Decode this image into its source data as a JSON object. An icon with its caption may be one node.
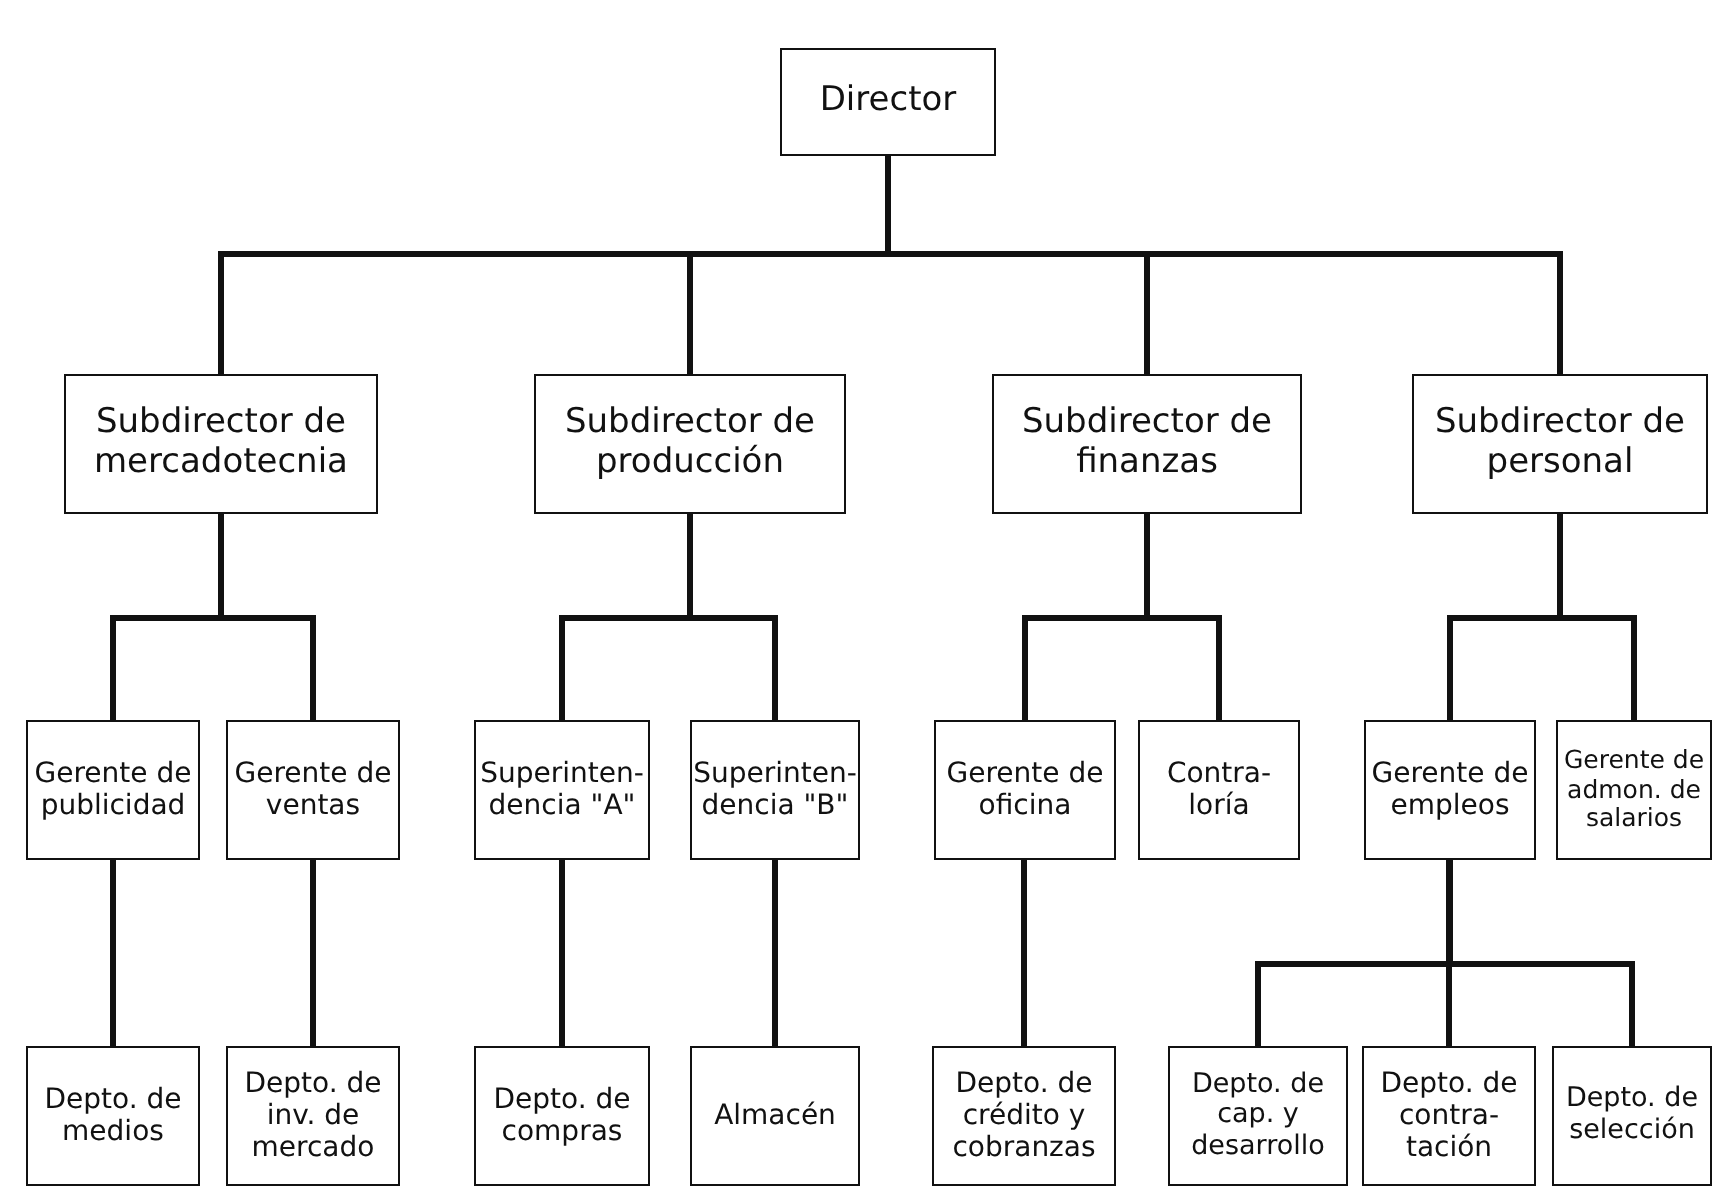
{
  "diagram": {
    "nodes": [
      {
        "text": [
          "Director"
        ]
      },
      {
        "text": [
          "Subdirector de mercadotecnia"
        ]
      },
      {
        "text": [
          "Subdirector de producción"
        ]
      },
      {
        "text": [
          "Subdirector de finanzas"
        ]
      },
      {
        "text": [
          "Subdirector de personal"
        ]
      },
      {
        "text": [
          "Gerente de publicidad"
        ]
      },
      {
        "text": [
          "Gerente de ventas"
        ]
      },
      {
        "text": [
          "Superinten- dencia \"A\""
        ]
      },
      {
        "text": [
          "Superinten- dencia \"B\""
        ]
      },
      {
        "text": [
          "Gerente de oficina"
        ]
      },
      {
        "text": [
          "Contra- loría"
        ]
      },
      {
        "text": [
          "Gerente de empleos"
        ]
      },
      {
        "text": [
          "Gerente de admon. de salarios"
        ]
      },
      {
        "text": [
          "Depto. de medios"
        ]
      },
      {
        "text": [
          "Depto. de inv. de mercado"
        ]
      },
      {
        "text": [
          "Depto. de compras"
        ]
      },
      {
        "text": [
          "Almacén"
        ]
      },
      {
        "text": [
          "Depto. de crédito y cobranzas"
        ]
      },
      {
        "text": [
          "Depto. de cap. y desarrollo"
        ]
      },
      {
        "text": [
          "Depto. de contra- tación"
        ]
      },
      {
        "text": [
          "Depto. de selección"
        ]
      }
    ],
    "edges": [
      {
        "from": 0,
        "to": 1,
        "arrow": "none"
      },
      {
        "from": 0,
        "to": 2,
        "arrow": "none"
      },
      {
        "from": 0,
        "to": 3,
        "arrow": "none"
      },
      {
        "from": 0,
        "to": 4,
        "arrow": "none"
      },
      {
        "from": 1,
        "to": 5,
        "arrow": "none"
      },
      {
        "from": 1,
        "to": 6,
        "arrow": "none"
      },
      {
        "from": 2,
        "to": 7,
        "arrow": "none"
      },
      {
        "from": 2,
        "to": 8,
        "arrow": "none"
      },
      {
        "from": 3,
        "to": 9,
        "arrow": "none"
      },
      {
        "from": 3,
        "to": 10,
        "arrow": "none"
      },
      {
        "from": 4,
        "to": 11,
        "arrow": "none"
      },
      {
        "from": 4,
        "to": 12,
        "arrow": "none"
      },
      {
        "from": 5,
        "to": 13,
        "arrow": "none"
      },
      {
        "from": 6,
        "to": 14,
        "arrow": "none"
      },
      {
        "from": 7,
        "to": 15,
        "arrow": "none"
      },
      {
        "from": 8,
        "to": 16,
        "arrow": "none"
      },
      {
        "from": 9,
        "to": 17,
        "arrow": "none"
      },
      {
        "from": 11,
        "to": 18,
        "arrow": "none"
      },
      {
        "from": 11,
        "to": 19,
        "arrow": "none"
      },
      {
        "from": 11,
        "to": 20,
        "arrow": "none"
      }
    ]
  }
}
